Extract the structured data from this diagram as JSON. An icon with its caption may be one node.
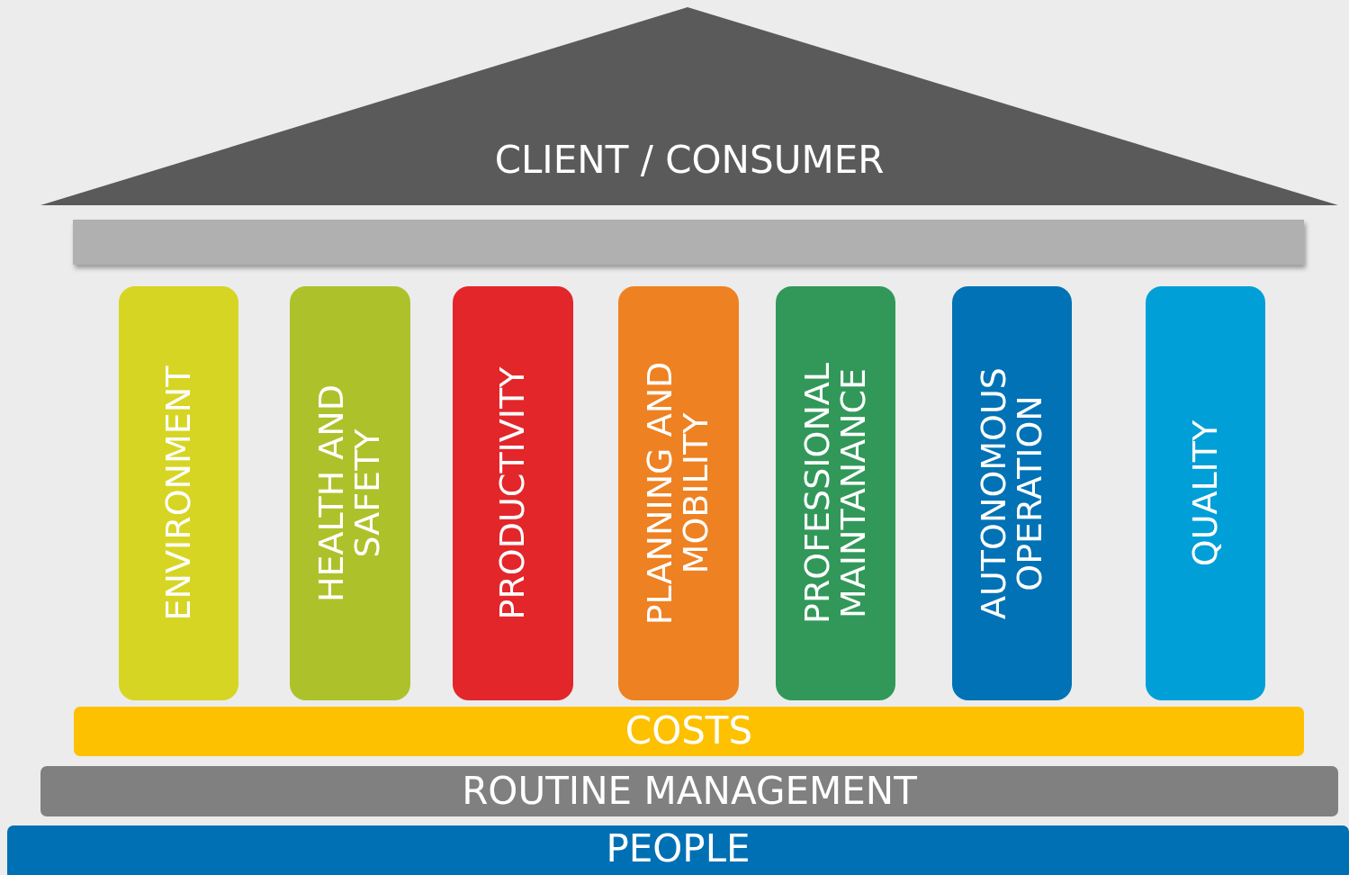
{
  "diagram": {
    "nodes": [
      {
        "text": [
          "CLIENT / CONSUMER"
        ]
      },
      {
        "text": [],
        "shape": "bar"
      },
      {
        "text": [
          "ENVIRONMENT"
        ]
      },
      {
        "text": [
          "HEALTH AND SAFETY"
        ]
      },
      {
        "text": [
          "PRODUCTIVITY"
        ]
      },
      {
        "text": [
          "PLANNING AND MOBILITY"
        ]
      },
      {
        "text": [
          "PROFESSIONAL MAINTANANCE"
        ]
      },
      {
        "text": [
          "AUTONOMOUS OPERATION"
        ]
      },
      {
        "text": [
          "QUALITY"
        ]
      },
      {
        "text": [
          "COSTS"
        ]
      },
      {
        "text": [
          "ROUTINE MANAGEMENT"
        ]
      },
      {
        "text": [
          "PEOPLE"
        ]
      }
    ]
  }
}
